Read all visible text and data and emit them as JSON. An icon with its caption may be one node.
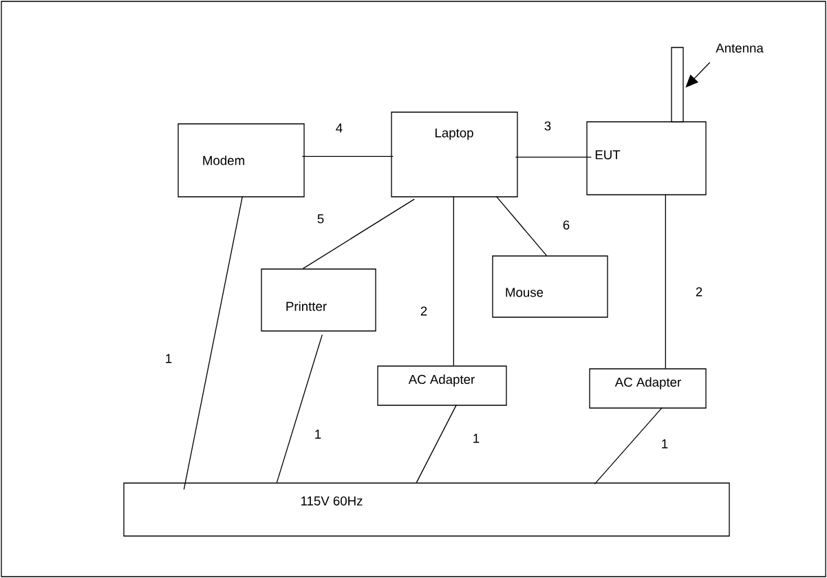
{
  "diagram": {
    "nodes": [
      {
        "text": [
          "Modem"
        ]
      },
      {
        "text": [
          "Laptop"
        ]
      },
      {
        "text": [
          "EUT"
        ]
      },
      {
        "text": [
          "Printter"
        ]
      },
      {
        "text": [
          "Mouse"
        ]
      },
      {
        "text": [
          "AC Adapter"
        ]
      },
      {
        "text": [
          "AC Adapter"
        ]
      },
      {
        "text": [
          "115V 60Hz"
        ]
      },
      {
        "text": [
          "Antenna"
        ]
      },
      {
        "text": [],
        "shape": "bar"
      }
    ],
    "edges": [
      {
        "from": 0,
        "to": 1,
        "arrow": "none",
        "label": "4"
      },
      {
        "from": 1,
        "to": 2,
        "arrow": "none",
        "label": "3"
      },
      {
        "from": 1,
        "to": 3,
        "arrow": "none",
        "label": "5"
      },
      {
        "from": 1,
        "to": 5,
        "arrow": "none",
        "label": "2"
      },
      {
        "from": 1,
        "to": 4,
        "arrow": "none",
        "label": "6"
      },
      {
        "from": 2,
        "to": 6,
        "arrow": "none",
        "label": "2"
      },
      {
        "from": 0,
        "to": 7,
        "arrow": "none",
        "label": "1"
      },
      {
        "from": 3,
        "to": 7,
        "arrow": "none",
        "label": "1"
      },
      {
        "from": 5,
        "to": 7,
        "arrow": "none",
        "label": "1"
      },
      {
        "from": 6,
        "to": 7,
        "arrow": "none",
        "label": "1"
      },
      {
        "from": 8,
        "to": 9,
        "arrow": "to"
      }
    ]
  }
}
